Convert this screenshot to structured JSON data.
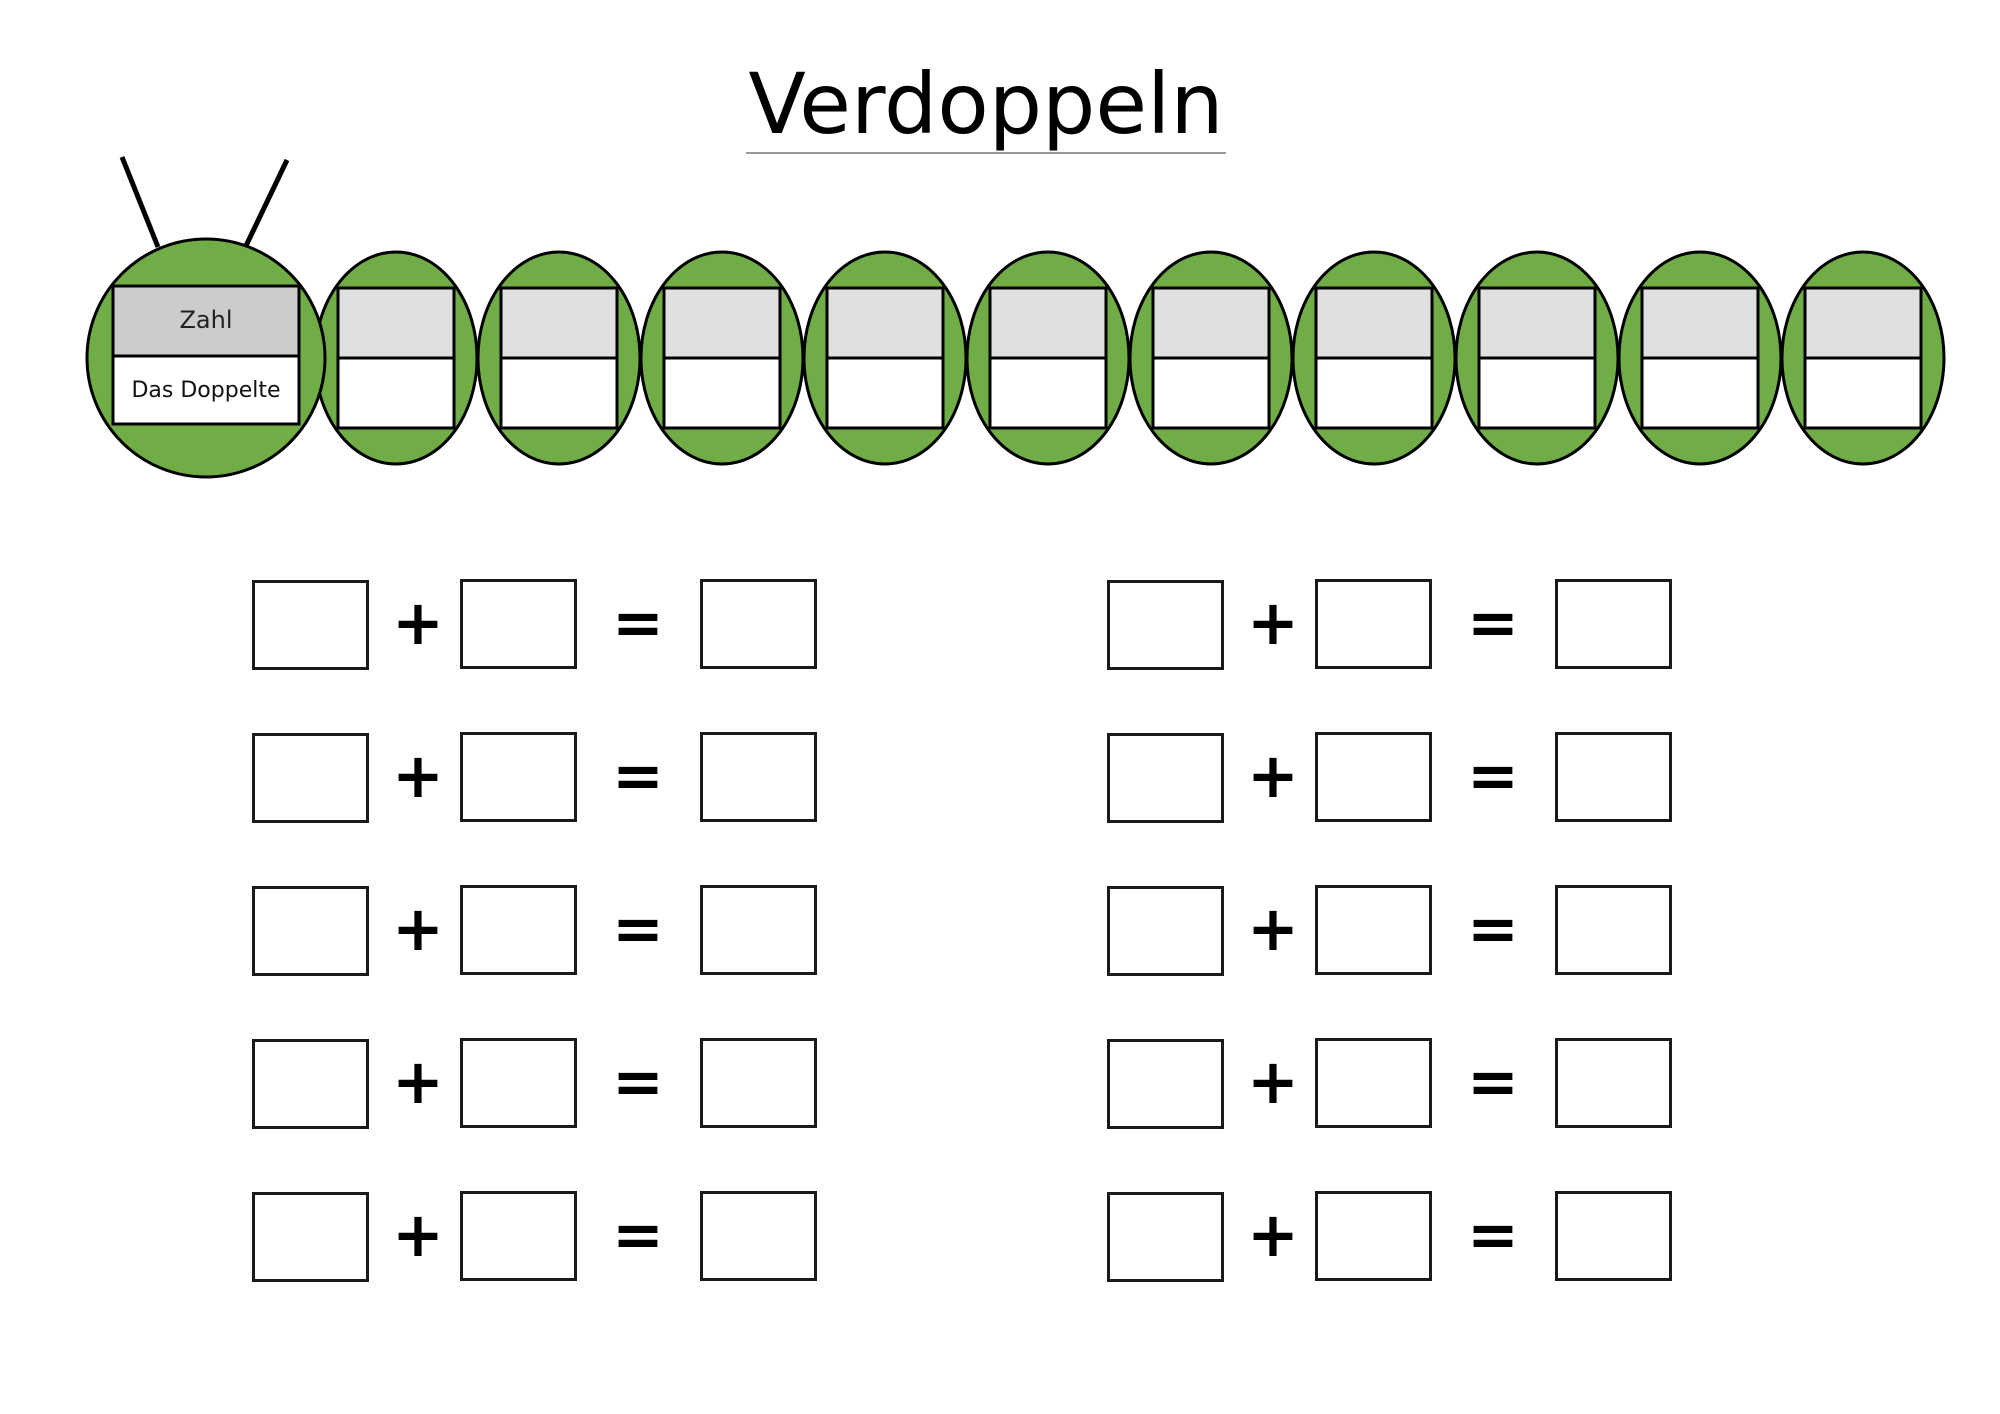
{
  "worksheet": {
    "title": "Verdoppeln"
  },
  "caterpillar": {
    "head_label_number": "Zahl",
    "head_label_double": "Das Doppelte",
    "body_color": "#70ad47",
    "top_cell_color": "#e0e0e0",
    "head_top_cell_color": "#cccccc",
    "segment_count": 10
  },
  "equations": {
    "plus": "+",
    "equals": "=",
    "rows_per_column": 5,
    "columns": 2
  }
}
